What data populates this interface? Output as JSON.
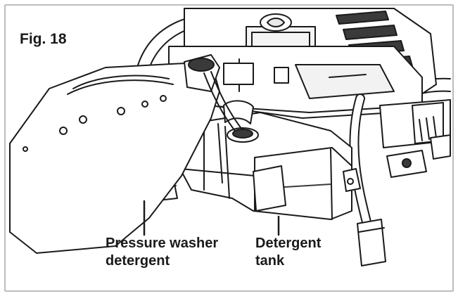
{
  "figure": {
    "title": "Fig. 18"
  },
  "callouts": {
    "detergent": {
      "line1": "Pressure washer",
      "line2": "detergent"
    },
    "tank": {
      "line1": "Detergent",
      "line2": "tank"
    }
  },
  "colors": {
    "ink": "#1a1a1a",
    "shade_dark": "#3a3a3a",
    "shade_light": "#e9e9e9",
    "frame": "#bdbdbd"
  }
}
